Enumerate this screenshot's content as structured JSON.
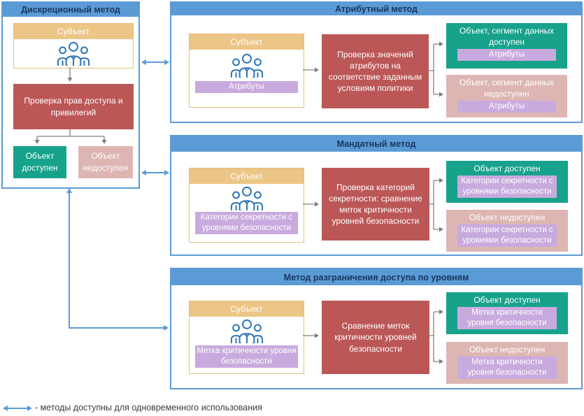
{
  "colors": {
    "blue": "#5b9bd5",
    "title_ink": "#17375e",
    "tan": "#ecc687",
    "tan_border": "#e6bd7d",
    "red": "#bb5756",
    "green": "#17a28c",
    "pink": "#ddb6b4",
    "purple": "#c9aade",
    "arrow_gray": "#7f7f7f",
    "icon_blue": "#2e75b6",
    "legend_ink": "#3d3d3d"
  },
  "icons": {
    "subject": "people-group-icon",
    "legend": "double-arrow-icon"
  },
  "panels": {
    "discretionary": {
      "title": "Дискреционный метод",
      "subject_header": "Субъект",
      "check": "Проверка прав доступа и привилегий",
      "allowed": "Объект доступен",
      "denied": "Объект недоступен"
    },
    "attribute": {
      "title": "Атрибутный метод",
      "subject_header": "Субъект",
      "subject_tag": "Атрибуты",
      "check": "Проверка значений атрибутов на соответствие заданным условиям политики",
      "allowed_title": "Объект, сегмент данных доступен",
      "allowed_tag": "Атрибуты",
      "denied_title": "Объект, сегмент данных недоступен",
      "denied_tag": "Атрибуты"
    },
    "mandatory": {
      "title": "Мандатный метод",
      "subject_header": "Субъект",
      "subject_tag": "Категории секретности с уровнями безопасности",
      "check": "Проверка категорий секретности: сравнение меток критичности уровней безопасности",
      "allowed_title": "Объект доступен",
      "allowed_tag": "Категории секретности с уровнями безопасности",
      "denied_title": "Объект недоступен",
      "denied_tag": "Категории секретности с уровнями безопасности"
    },
    "levels": {
      "title": "Метод разграничения доступа по уровням",
      "subject_header": "Субъект",
      "subject_tag": "Метка критичности уровня безопасности",
      "check": "Сравнение меток критичности уровней безопасности",
      "allowed_title": "Объект доступен",
      "allowed_tag": "Метка критичности уровня безопасности",
      "denied_title": "Объект недоступен",
      "denied_tag": "Метка критичности уровня безопасности"
    }
  },
  "legend": {
    "text": "- методы доступны для одновременного использования"
  }
}
